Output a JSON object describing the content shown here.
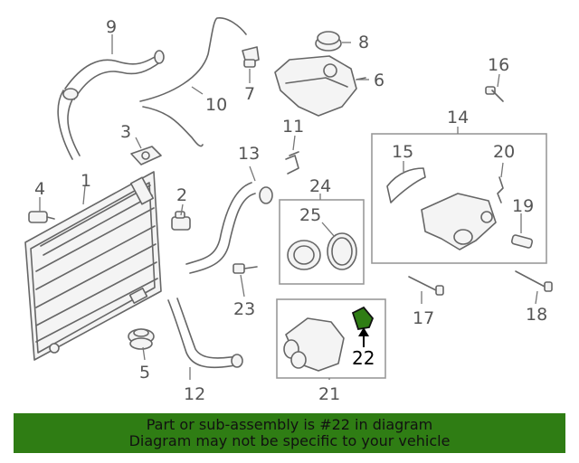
{
  "diagram": {
    "callouts": {
      "c1": "1",
      "c2": "2",
      "c3": "3",
      "c4": "4",
      "c5": "5",
      "c6": "6",
      "c7": "7",
      "c8": "8",
      "c9": "9",
      "c10": "10",
      "c11": "11",
      "c12": "12",
      "c13": "13",
      "c14": "14",
      "c15": "15",
      "c16": "16",
      "c17": "17",
      "c18": "18",
      "c19": "19",
      "c20": "20",
      "c21": "21",
      "c22": "22",
      "c23": "23",
      "c24": "24",
      "c25": "25"
    },
    "highlight_color": "#2f7d14"
  },
  "banner": {
    "line1": "Part or sub-assembly is #22 in diagram",
    "line2": "Diagram may not be specific to your vehicle",
    "color": "#2f7d14"
  }
}
